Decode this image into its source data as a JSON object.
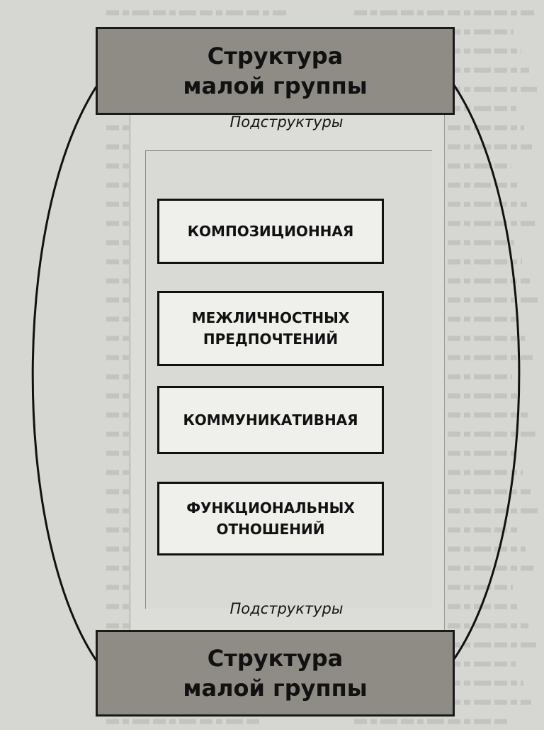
{
  "diagram": {
    "top_title": "Структура\nмалой группы",
    "bottom_title": "Структура\nмалой группы",
    "substructures_top": "Подструктуры",
    "substructures_bottom": "Подструктуры",
    "boxes": [
      {
        "label": "КОМПОЗИЦИОННАЯ"
      },
      {
        "label": "МЕЖЛИЧНОСТНЫХ\nПРЕДПОЧТЕНИЙ"
      },
      {
        "label": "КОММУНИКАТИВНАЯ"
      },
      {
        "label": "ФУНКЦИОНАЛЬНЫХ\nОТНОШЕНИЙ"
      }
    ]
  },
  "colors": {
    "cap_fill": "#8f8c86",
    "box_fill": "#efefeb",
    "outline": "#111111",
    "page": "#d6d6d2"
  }
}
